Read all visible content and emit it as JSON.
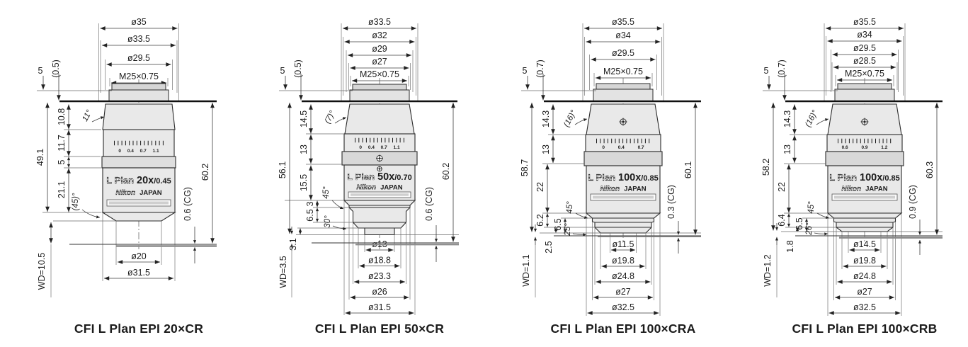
{
  "figure": {
    "background": "#ffffff"
  },
  "objectives": [
    {
      "caption": "CFI L Plan EPI 20×CR",
      "top_dims": [
        "ø35",
        "ø33.5",
        "ø29.5",
        "M25×0.75"
      ],
      "thread_depth": "5",
      "thread_gap": "(0.5)",
      "taper_angle": "11°",
      "chain_dims": [
        "10.8",
        "11.7",
        "5",
        "21.1"
      ],
      "overall_length": "49.1",
      "nose_angle": "(45)°",
      "working_distance": "WD=10.5",
      "cover_glass": "0.6 (CG)",
      "parfocal": "60.2",
      "scale_marks": "0 0.4 0.7 1.1",
      "bottom_dims": [
        "ø20",
        "ø31.5"
      ],
      "lens": {
        "series": "L Plan",
        "mag": "20x",
        "na": "/0.45",
        "brand": "Nikon",
        "origin": "JAPAN"
      }
    },
    {
      "caption": "CFI L Plan EPI 50×CR",
      "top_dims": [
        "ø33.5",
        "ø32",
        "ø29",
        "ø27",
        "M25×0.75"
      ],
      "thread_depth": "5",
      "thread_gap": "(0.5)",
      "taper_angle": "(7)°",
      "chain_dims": [
        "14.5",
        "13",
        "15.5"
      ],
      "step_dims": {
        "step1": "3",
        "step2": "6.5",
        "tip": "3.1"
      },
      "step_angles": {
        "upper": "45°",
        "lower": "30°"
      },
      "overall_length": "56.1",
      "working_distance": "WD=3.5",
      "cover_glass": "0.6 (CG)",
      "parfocal": "60.2",
      "scale_marks": "0 0.4 0.7 1.1",
      "bottom_dims": [
        "ø13",
        "ø18.8",
        "ø23.3",
        "ø26",
        "ø31.5"
      ],
      "lens": {
        "series": "L Plan",
        "mag": "50x",
        "na": "/0.70",
        "brand": "Nikon",
        "origin": "JAPAN"
      }
    },
    {
      "caption": "CFI L Plan EPI 100×CRA",
      "top_dims": [
        "ø35.5",
        "ø34",
        "ø29.5",
        "M25×0.75"
      ],
      "thread_depth": "5",
      "thread_gap": "(0.7)",
      "taper_angle": "(16)°",
      "chain_dims": [
        "14.3",
        "13",
        "22"
      ],
      "step_dims": {
        "step1": "6.5",
        "step2": "6.2",
        "tip": "2.5"
      },
      "step_angles": {
        "upper": "45°",
        "lower": "25°"
      },
      "overall_length": "58.7",
      "working_distance": "WD=1.1",
      "cover_glass": "0.3 (CG)",
      "parfocal": "60.1",
      "scale_marks": "0 0.4 0.7",
      "bottom_dims": [
        "ø11.5",
        "ø19.8",
        "ø24.8",
        "ø27",
        "ø32.5"
      ],
      "lens": {
        "series": "L Plan",
        "mag": "100x",
        "na": "/0.85",
        "brand": "Nikon",
        "origin": "JAPAN"
      }
    },
    {
      "caption": "CFI L Plan EPI 100×CRB",
      "top_dims": [
        "ø35.5",
        "ø34",
        "ø29.5",
        "ø28.5",
        "M25×0.75"
      ],
      "thread_depth": "5",
      "thread_gap": "(0.7)",
      "taper_angle": "(16)°",
      "chain_dims": [
        "14.3",
        "13",
        "22"
      ],
      "step_dims": {
        "step1": "6.5",
        "step2": "6.4",
        "tip": "1.8"
      },
      "step_angles": {
        "upper": "45°",
        "lower": "26°"
      },
      "overall_length": "58.2",
      "working_distance": "WD=1.2",
      "cover_glass": "0.9 (CG)",
      "parfocal": "60.3",
      "scale_marks": "0.6 0.9 1.2",
      "bottom_dims": [
        "ø14.5",
        "ø19.8",
        "ø24.8",
        "ø27",
        "ø32.5"
      ],
      "lens": {
        "series": "L Plan",
        "mag": "100x",
        "na": "/0.85",
        "brand": "Nikon",
        "origin": "JAPAN"
      }
    }
  ]
}
